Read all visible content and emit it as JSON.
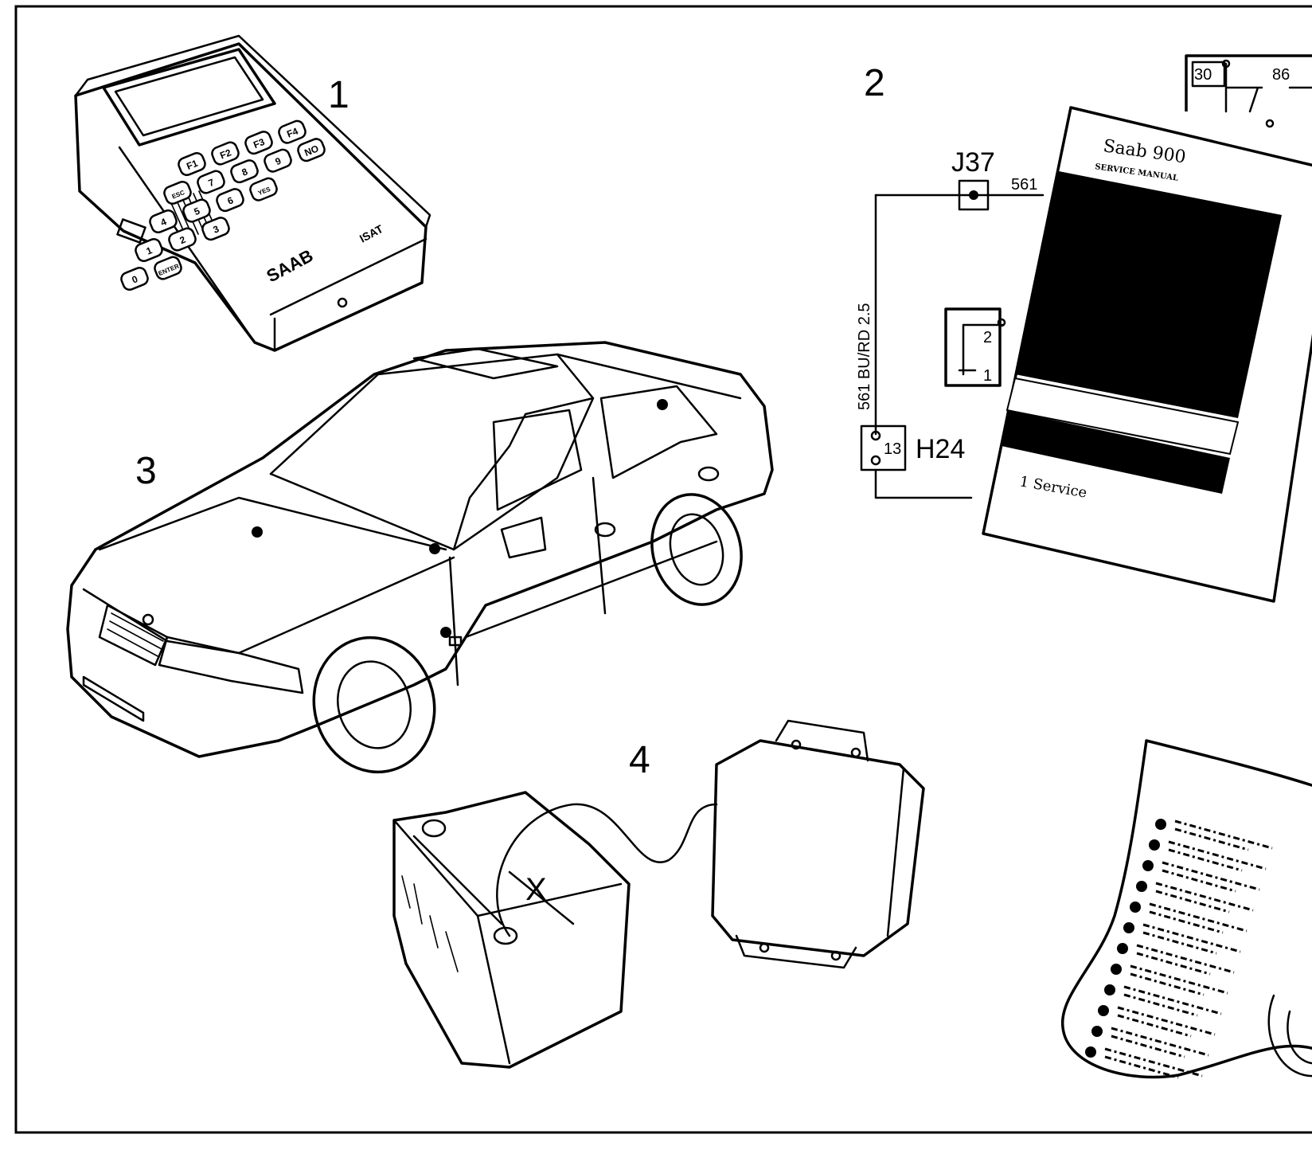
{
  "callouts": {
    "tester": "1",
    "documentation": "2",
    "vehicle": "3",
    "control_module": "4"
  },
  "tester_panel": {
    "keys": [
      "F1",
      "F2",
      "F3",
      "F4",
      "ESC",
      "7",
      "8",
      "9",
      "NO",
      "4",
      "5",
      "6",
      "YES",
      "1",
      "2",
      "3",
      "0",
      "ENTER"
    ],
    "brand": "SAAB",
    "model": "ISAT"
  },
  "wiring": {
    "connector": "J37",
    "wire_number": "561",
    "wire_spec": "561 BU/RD 2.5",
    "pin": "13",
    "component": "H24",
    "relay_pin_a": "2",
    "relay_pin_b": "1",
    "terminal_a": "30",
    "terminal_b": "86"
  },
  "manual": {
    "title": "Saab 900",
    "subtitle": "SERVICE MANUAL",
    "section": "1 Service"
  }
}
